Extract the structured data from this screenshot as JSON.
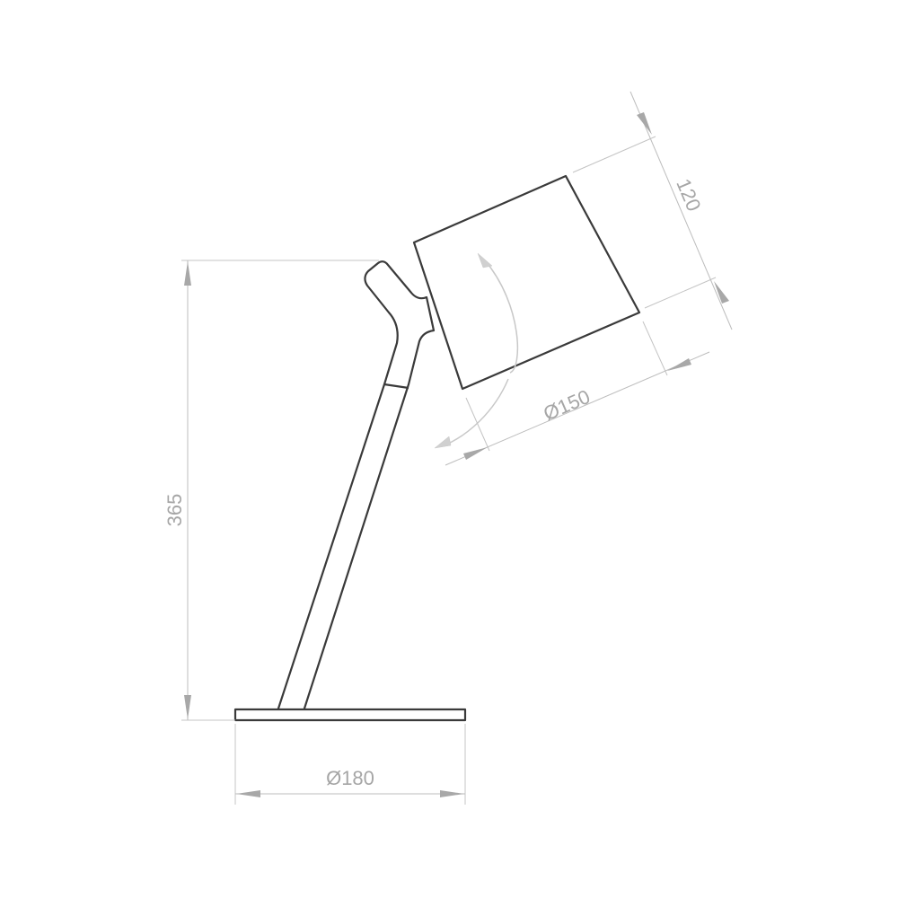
{
  "drawing": {
    "dimensions": {
      "height_label": "365",
      "base_diameter_label": "Ø180",
      "shade_diameter_label": "Ø150",
      "shade_length_label": "120"
    },
    "colors": {
      "outline": "#3a3a3a",
      "dimension": "#a6a6a6",
      "background": "#ffffff"
    }
  }
}
